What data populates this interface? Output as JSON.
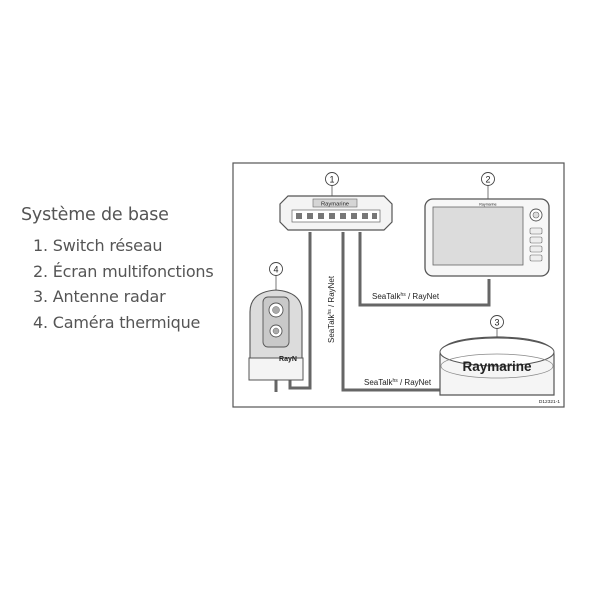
{
  "legend": {
    "title": "Système de base",
    "items": [
      "1. Switch réseau",
      "2. Écran multifonctions",
      "3. Antenne radar",
      "4. Caméra thermique"
    ]
  },
  "diagram": {
    "callouts": [
      "1",
      "2",
      "3",
      "4"
    ],
    "cable_labels": {
      "vertical": "SeaTalk",
      "vertical_sup": "hs",
      "vertical_suffix": " / RayNet",
      "display": "SeaTalk",
      "display_sup": "hs",
      "display_suffix": " / RayNet",
      "radar": "SeaTalk",
      "radar_sup": "hs",
      "radar_suffix": " / RayNet"
    },
    "brand_radar": "Raymarine",
    "brand_switch": "Raymarine",
    "brand_display": "Raymarine",
    "brand_camera": "RayN",
    "reference_code": "D12321-1",
    "colors": {
      "outline": "#555555",
      "cable": "#666666",
      "screen": "#dcdcdc"
    }
  }
}
